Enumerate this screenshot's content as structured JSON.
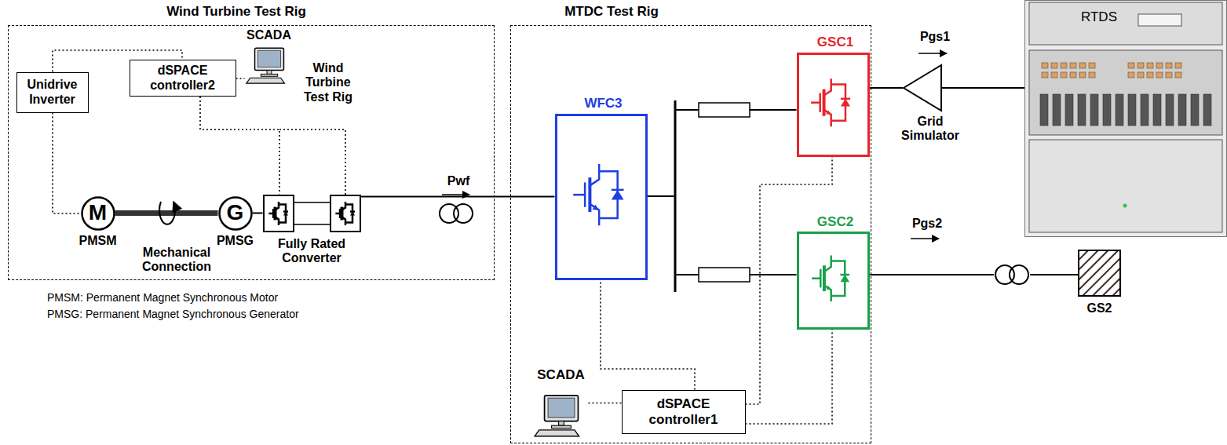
{
  "diagram": {
    "nodes": [
      {
        "text": [
          "Wind Turbine Test Rig"
        ]
      },
      {
        "text": [
          "Unidrive Inverter"
        ],
        "in": 0
      },
      {
        "text": [
          "dSPACE controller2"
        ],
        "in": 0
      },
      {
        "text": [
          "SCADA"
        ],
        "in": 0
      },
      {
        "text": [
          "M",
          "PMSM"
        ],
        "in": 0
      },
      {
        "text": [
          "G",
          "PMSG"
        ],
        "in": 0
      },
      {
        "text": [
          "Fully Rated Converter"
        ],
        "in": 0
      },
      {
        "text": [
          "MTDC Test Rig"
        ]
      },
      {
        "text": [
          "WFC3"
        ],
        "in": 7
      },
      {
        "text": [
          "GSC1"
        ],
        "in": 7
      },
      {
        "text": [
          "GSC2"
        ],
        "in": 7
      },
      {
        "text": [
          "SCADA"
        ],
        "in": 7
      },
      {
        "text": [
          "dSPACE controller1"
        ],
        "in": 7
      },
      {
        "text": [
          "RTDS"
        ]
      },
      {
        "text": [
          "Grid Simulator"
        ]
      },
      {
        "text": [
          "GS2"
        ]
      }
    ],
    "edges": [
      {
        "from": 1,
        "to": 4,
        "arrow": "none"
      },
      {
        "from": 1,
        "to": 2,
        "arrow": "none"
      },
      {
        "from": 2,
        "to": 3,
        "arrow": "none"
      },
      {
        "from": 2,
        "to": 6,
        "arrow": "none"
      },
      {
        "from": 4,
        "to": 5,
        "arrow": "none"
      },
      {
        "from": 5,
        "to": 6,
        "arrow": "none"
      },
      {
        "from": 6,
        "to": 8,
        "arrow": "none"
      },
      {
        "from": 8,
        "to": 9,
        "arrow": "none"
      },
      {
        "from": 8,
        "to": 10,
        "arrow": "none"
      },
      {
        "from": 9,
        "to": 14,
        "arrow": "none"
      },
      {
        "from": 14,
        "to": 13,
        "arrow": "none"
      },
      {
        "from": 10,
        "to": 15,
        "arrow": "none"
      },
      {
        "from": 12,
        "to": 8,
        "arrow": "none"
      },
      {
        "from": 12,
        "to": 9,
        "arrow": "none"
      },
      {
        "from": 12,
        "to": 10,
        "arrow": "none"
      },
      {
        "from": 12,
        "to": 11,
        "arrow": "none"
      }
    ],
    "labels": [
      "Wind Turbine Test Rig",
      "Mechanical Connection",
      "Pwf",
      "Pgs1",
      "Pgs2",
      "PMSM: Permanent Magnet Synchronous Motor",
      "PMSG: Permanent Magnet Synchronous Generator"
    ]
  }
}
